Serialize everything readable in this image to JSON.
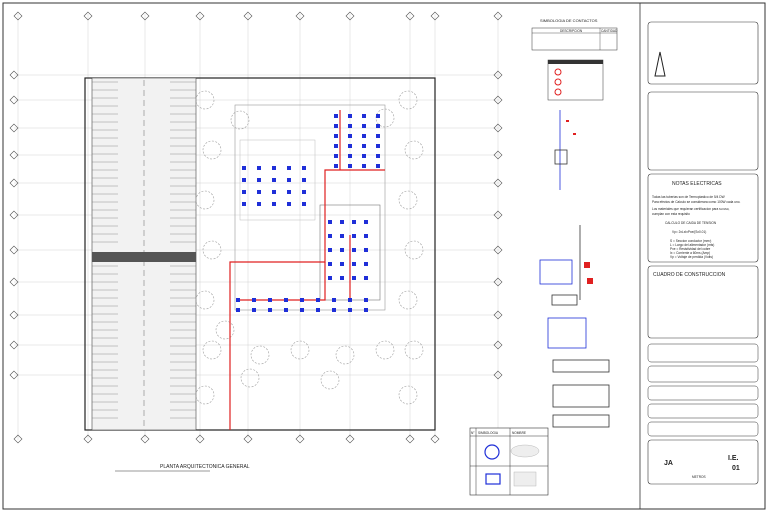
{
  "plan": {
    "title": "PLANTA ARQUITECTONICA GENERAL"
  },
  "legend": {
    "title": "SIMBOLOGIA DE CONTACTOS",
    "col_description": "DESCRIPCION",
    "col_qty": "CANTIDAD"
  },
  "electrical_notes": {
    "title": "NOTAS ELECTRICAS",
    "lines": [
      "Todas las tuberias son de Termoplastico de 5/4 DW",
      "Para efectos de Calculo se considerara como 100W cada uno.",
      "Los materiales que requieran certificacion para su uso,",
      "cumplan con esta requisito"
    ],
    "voltage_drop_title": "CALCULO DE CAIDA DE TENSION",
    "formula": "Vp= 2xLxIxPxe/(Sx0.01)",
    "variables": [
      "S = Seccion conductor (mm²)",
      "L = Largo del alimentador (mts)",
      "Pxe = Resistividad del cobre",
      "Ix = Corriente a 60ms (Amp)",
      "Vp = Voltaje de perdida (Volts)"
    ]
  },
  "construction": {
    "title": "CUADRO DE CONSTRUCCION"
  },
  "title_block": {
    "drawing_id": "I.E.",
    "sheet_number": "01",
    "logo_text": "JA",
    "units": "METROS"
  },
  "icon_box": {
    "col_no": "N°",
    "col_symbol": "SIMBOLOGIA",
    "col_name": "NOMBRE"
  },
  "colors": {
    "line": "#333333",
    "electric_red": "#e02020",
    "device_blue": "#1f2fd8",
    "tree_grey": "#9a9a9a",
    "road_fill": "#e8e8e8"
  }
}
